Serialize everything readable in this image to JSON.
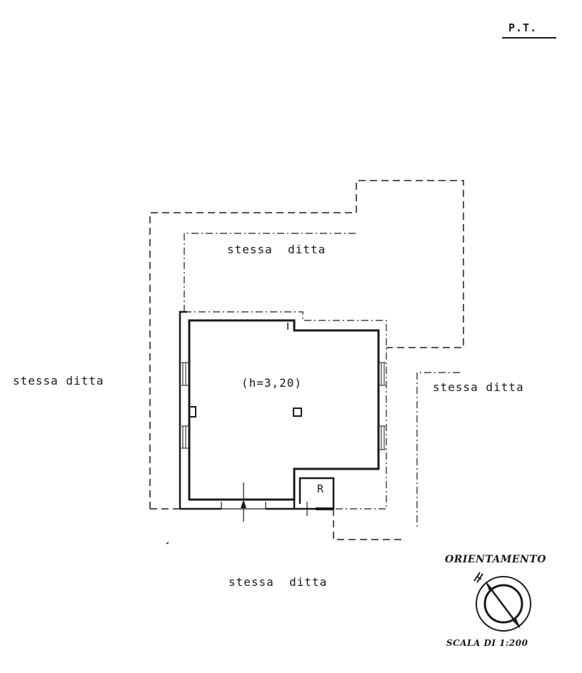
{
  "floor_label": "P.T.",
  "neighbors": {
    "north": "stessa  ditta",
    "west": "stessa ditta",
    "east": "stessa ditta",
    "south": "stessa  ditta"
  },
  "room": {
    "height_label": "(h=3,20)",
    "small_room_label": "R"
  },
  "legend": {
    "orientation_title": "ORIENTAMENTO",
    "scale": "SCALA DI 1:200"
  },
  "icons": {
    "compass": "compass-icon"
  },
  "colors": {
    "ink": "#1a1a1a",
    "paper": "#ffffff"
  }
}
